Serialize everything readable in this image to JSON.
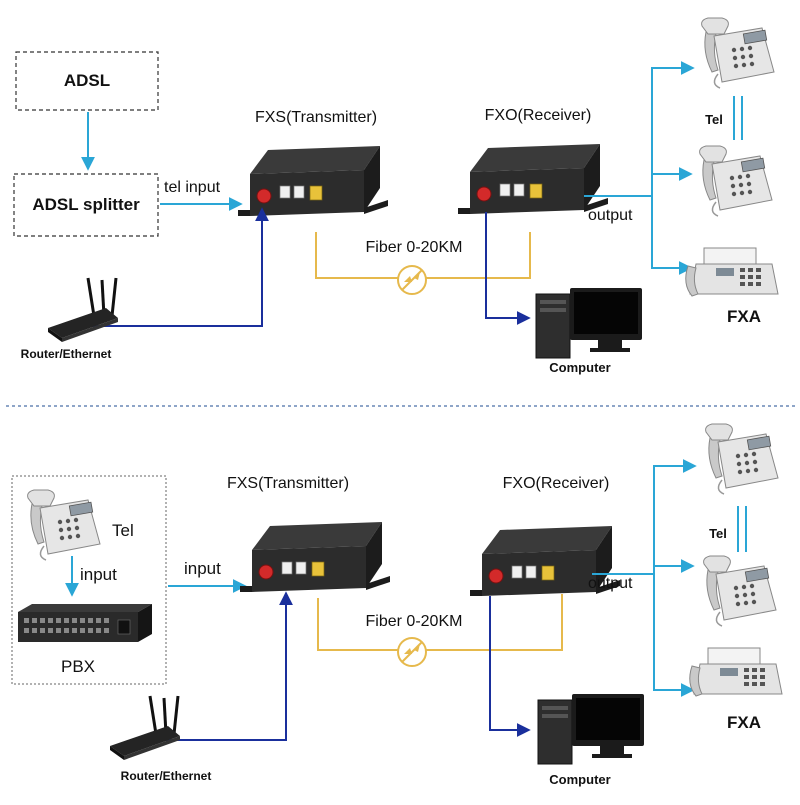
{
  "top": {
    "adsl": "ADSL",
    "adsl_splitter": "ADSL splitter",
    "tel_input": "tel input",
    "fxs": "FXS(Transmitter)",
    "fxo": "FXO(Receiver)",
    "fiber": "Fiber 0-20KM",
    "output": "output",
    "tel": "Tel",
    "fxa": "FXA",
    "computer": "Computer",
    "router": "Router/Ethernet"
  },
  "bottom": {
    "tel_source": "Tel",
    "input_small": "input",
    "pbx": "PBX",
    "input": "input",
    "fxs": "FXS(Transmitter)",
    "fxo": "FXO(Receiver)",
    "fiber": "Fiber 0-20KM",
    "output": "output",
    "tel": "Tel",
    "fxa": "FXA",
    "computer": "Computer",
    "router": "Router/Ethernet"
  },
  "colors": {
    "cyan_line": "#2aa6d6",
    "blue_line": "#1a2f9c",
    "fiber_line": "#e6b94c",
    "device": "#262626",
    "phone": "#d9d9d9"
  }
}
